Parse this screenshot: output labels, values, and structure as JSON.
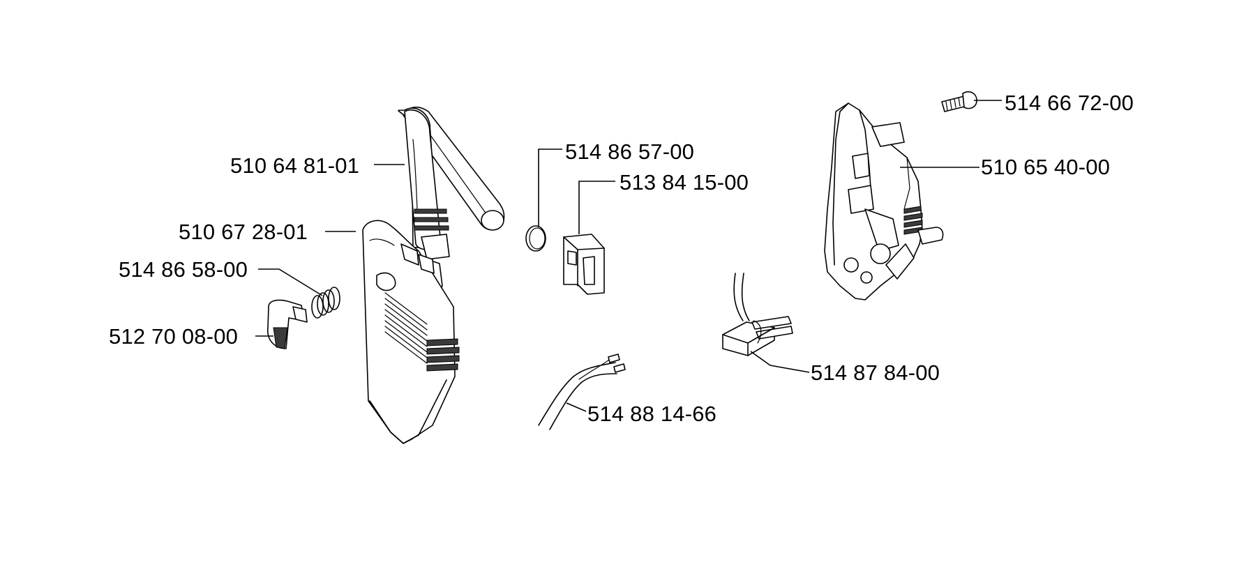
{
  "diagram": {
    "labels": {
      "handle_cover": "510 64 81-01",
      "housing_cover": "510 67 28-01",
      "spring": "514 86 58-00",
      "button": "512 70 08-00",
      "ring": "514 86 57-00",
      "clip_block": "513 84 15-00",
      "cable": "514 88 14-66",
      "switch": "514 87 84-00",
      "screw": "514 66 72-00",
      "side_bracket": "510 65 40-00"
    }
  }
}
